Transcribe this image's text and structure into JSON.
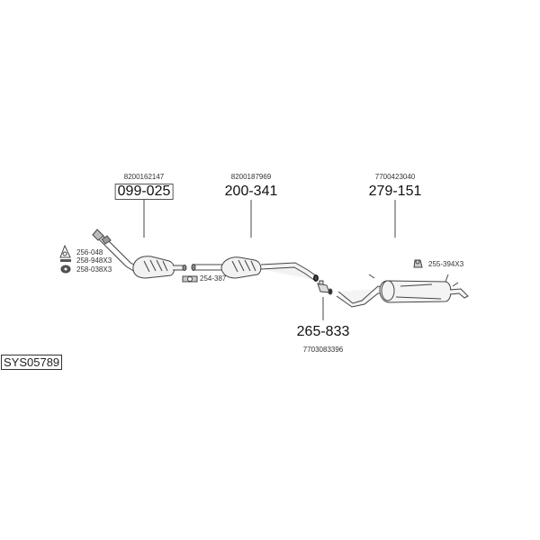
{
  "diagram": {
    "system_code": "SYS05789",
    "components": [
      {
        "part_number": "099-025",
        "oem_number": "8200162147",
        "boxed": true
      },
      {
        "part_number": "200-341",
        "oem_number": "8200187969"
      },
      {
        "part_number": "279-151",
        "oem_number": "7700423040"
      },
      {
        "part_number": "265-833",
        "oem_number": "7703083396"
      }
    ],
    "accessories": [
      {
        "part_number": "256-048",
        "icon": "gasket-ring-icon"
      },
      {
        "part_number": "258-948X3",
        "icon": "bolt-icon"
      },
      {
        "part_number": "258-038X3",
        "icon": "nut-icon"
      },
      {
        "part_number": "254-387",
        "icon": "flange-gasket-icon"
      },
      {
        "part_number": "255-394X3",
        "icon": "rubber-mount-icon"
      }
    ]
  }
}
